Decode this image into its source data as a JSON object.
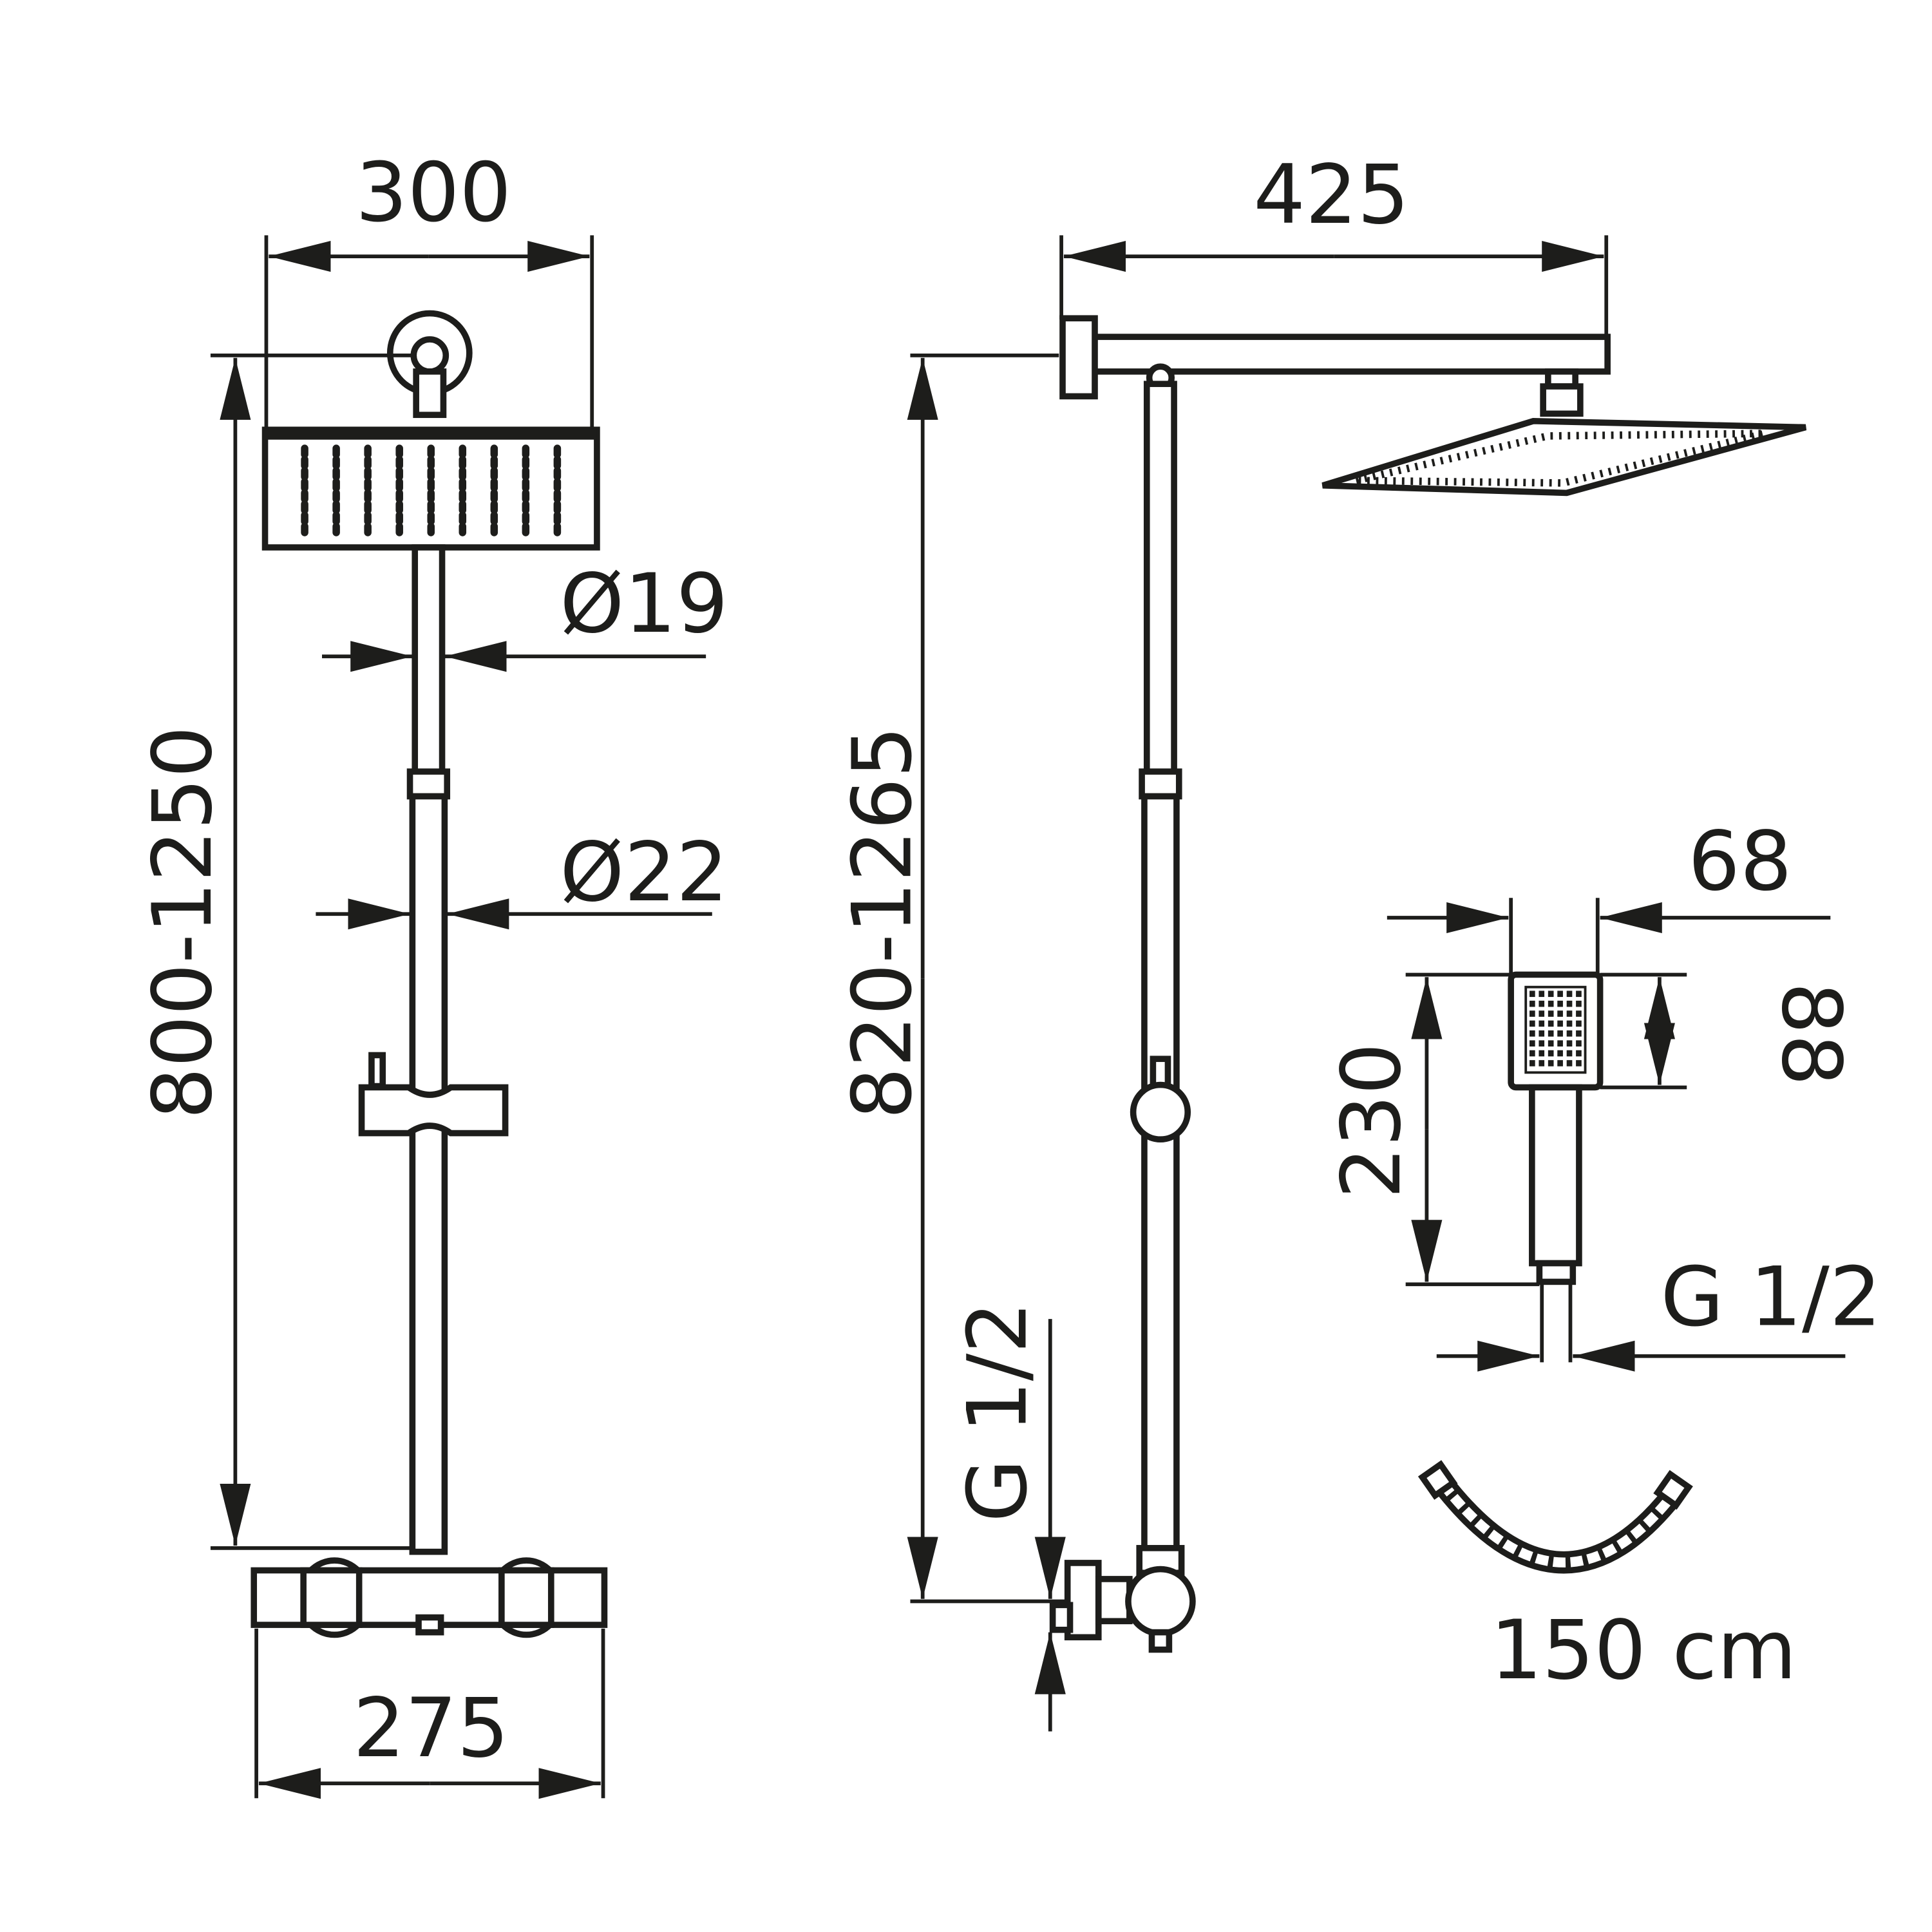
{
  "front_view": {
    "width_label": "300",
    "pipe_upper_diameter": "Ø19",
    "pipe_lower_diameter": "Ø22",
    "height_range": "800-1250",
    "mixer_width": "275"
  },
  "side_view": {
    "arm_length": "425",
    "height_range": "820-1265",
    "inlet_thread": "G 1/2"
  },
  "hand_shower": {
    "head_width": "68",
    "head_height": "88",
    "total_length": "230",
    "thread": "G 1/2"
  },
  "hose": {
    "length": "150 cm"
  },
  "colors": {
    "line": "#1d1d1b",
    "background": "#ffffff"
  }
}
